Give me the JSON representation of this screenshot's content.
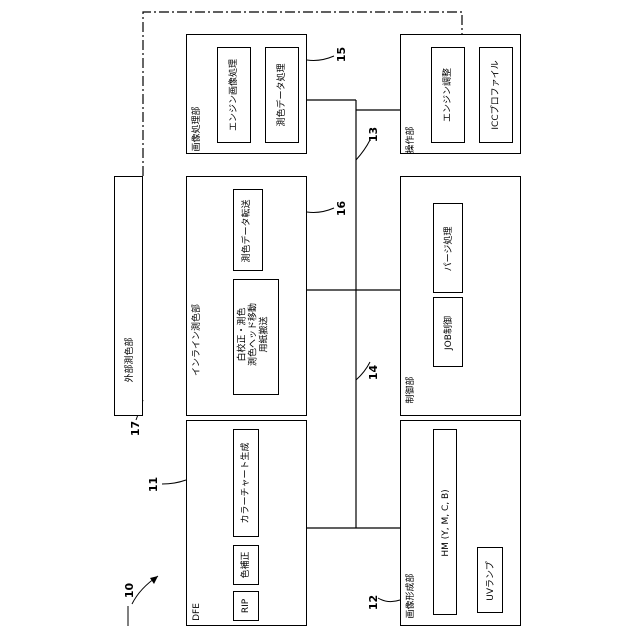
{
  "figure": {
    "ref": "10"
  },
  "blocks": {
    "dfe": {
      "label": "DFE",
      "ref": "11",
      "rip": "RIP",
      "color_correction": "色補正",
      "chart_gen": "カラーチャート生成"
    },
    "inline_meas": {
      "label": "インライン測色部",
      "ref": "16",
      "inner1": "白校正・測色\n測色ヘッド移動\n用紙搬送",
      "inner2": "測色データ転送"
    },
    "image_proc": {
      "label": "画像処理部",
      "ref": "15",
      "engine_proc": "エンジン画像処理",
      "meas_proc": "測色データ処理"
    },
    "external_meas": {
      "label": "外部測色部",
      "ref": "17"
    },
    "image_form": {
      "label": "画像形成部",
      "ref": "12",
      "hm": "HM (Y, M, C, B)",
      "uv": "UVランプ"
    },
    "control": {
      "label": "制御部",
      "ref": "14",
      "job": "JOB制御",
      "purge": "パージ処理"
    },
    "operation": {
      "label": "操作部",
      "ref": "13",
      "engine_adj": "エンジン調整",
      "icc": "ICCプロファイル"
    }
  }
}
